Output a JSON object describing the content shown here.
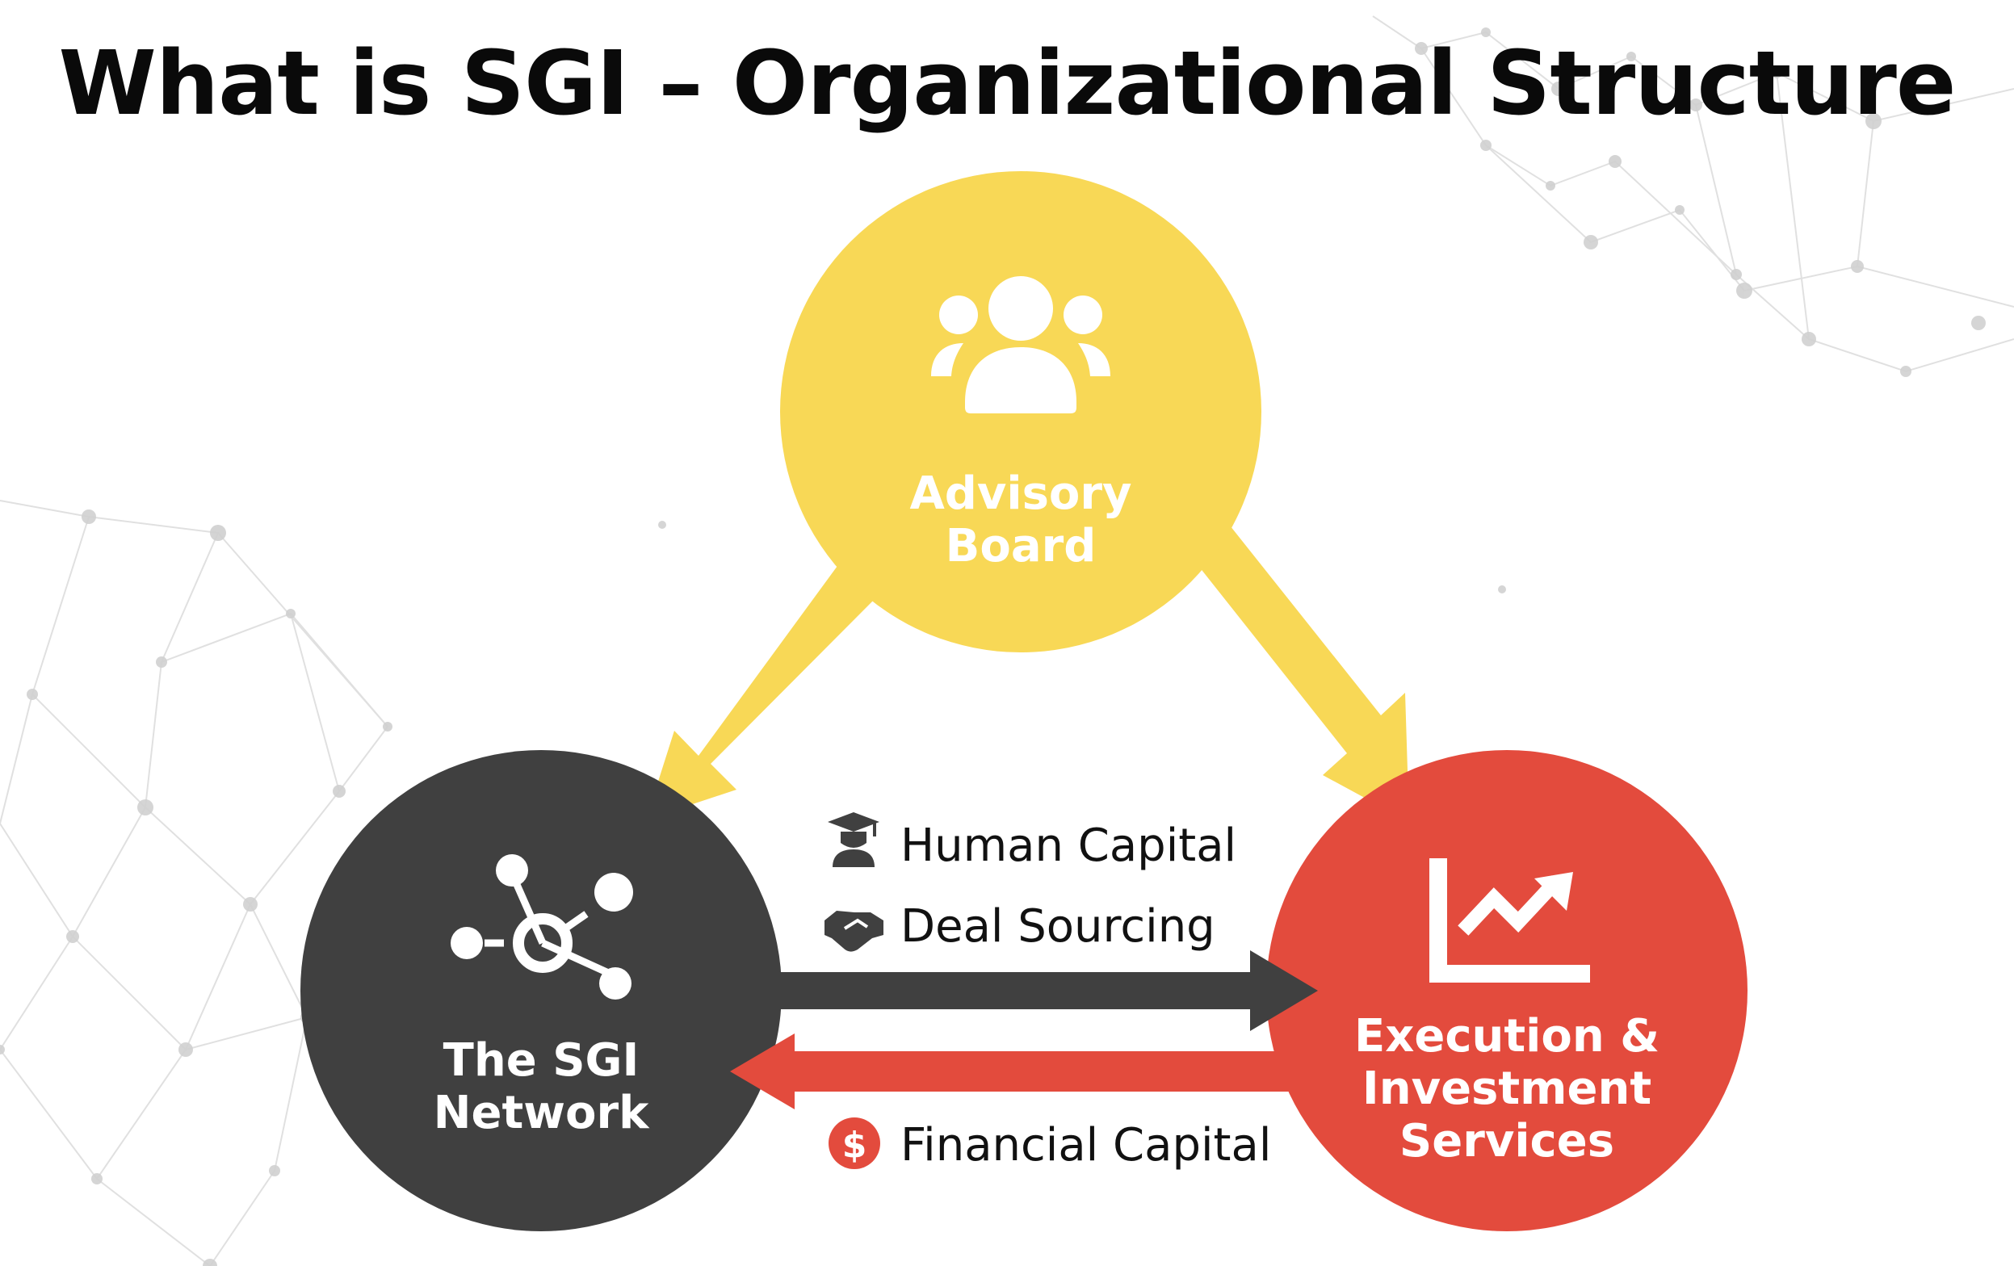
{
  "title": "What is SGI – Organizational Structure",
  "nodes": {
    "advisory_board": {
      "line1": "Advisory",
      "line2": "Board",
      "icon": "group-people-icon",
      "color": "#f8d856"
    },
    "sgi_network": {
      "line1": "The SGI",
      "line2": "Network",
      "icon": "network-hub-icon",
      "color": "#404040"
    },
    "execution": {
      "line1": "Execution &",
      "line2": "Investment",
      "line3": "Services",
      "icon": "growth-chart-icon",
      "color": "#e34b3d"
    }
  },
  "flows": {
    "human_capital": {
      "label": "Human Capital",
      "icon": "graduate-icon"
    },
    "deal_sourcing": {
      "label": "Deal Sourcing",
      "icon": "handshake-icon"
    },
    "financial_capital": {
      "label": "Financial Capital",
      "icon": "dollar-coin-icon",
      "color": "#e34b3d"
    }
  },
  "colors": {
    "yellow": "#f8d856",
    "dark": "#404040",
    "red": "#e34b3d"
  }
}
